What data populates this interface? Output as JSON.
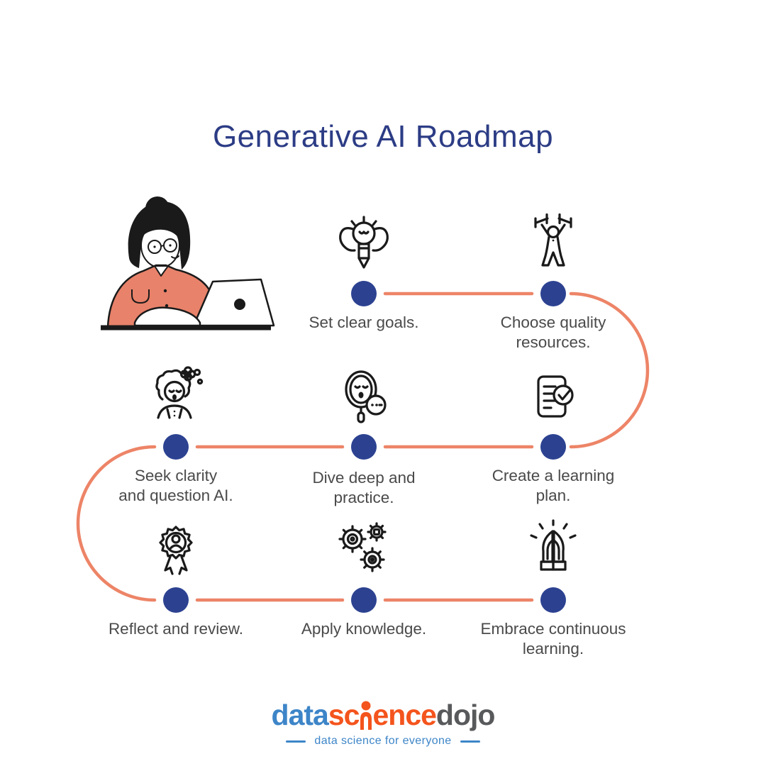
{
  "title": "Generative AI Roadmap",
  "colors": {
    "title": "#2c3c85",
    "dot": "#2c4291",
    "path": "#ed8467",
    "label": "#4a4a4a",
    "icon": "#1a1a1a",
    "shirt": "#e8826a",
    "logo_blue": "#3d85c8",
    "logo_orange": "#f4541d",
    "logo_gray": "#58595b"
  },
  "steps": [
    {
      "label": "Set clear goals.",
      "icon": "lightbulb-strength-icon"
    },
    {
      "label": "Choose quality\nresources.",
      "icon": "weightlifter-icon"
    },
    {
      "label": "Create a learning\nplan.",
      "icon": "checklist-document-icon"
    },
    {
      "label": "Dive deep and\npractice.",
      "icon": "hand-mirror-chat-icon"
    },
    {
      "label": "Seek clarity\nand question AI.",
      "icon": "calm-person-sparkle-icon"
    },
    {
      "label": "Reflect and review.",
      "icon": "award-ribbon-icon"
    },
    {
      "label": "Apply knowledge.",
      "icon": "gears-icon"
    },
    {
      "label": "Embrace continuous\nlearning.",
      "icon": "praying-hands-rays-icon"
    }
  ],
  "logo": {
    "part_blue": "data",
    "part_orange_prefix": "sc",
    "part_orange_suffix": "ence",
    "part_gray": "dojo",
    "tagline": "data science for everyone"
  }
}
